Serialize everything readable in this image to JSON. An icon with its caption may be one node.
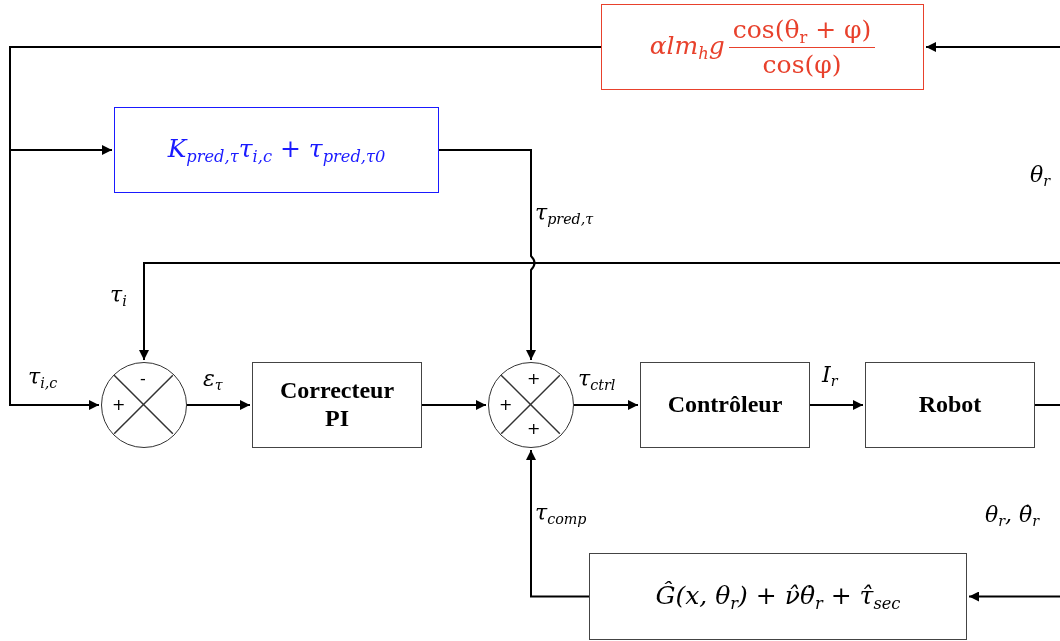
{
  "diagram": {
    "nodes": [
      {
        "text": [
          "αlm$_{h}$g",
          "cos(θ$_{r}$ + φ)",
          "cos(φ)"
        ]
      },
      {
        "text": [
          "K$_{pred,τ}$τ$_{i,c}$ + τ$_{pred,τ0}$"
        ]
      },
      {
        "text": [
          "-",
          "+"
        ]
      },
      {
        "text": [
          "Correcteur PI"
        ]
      },
      {
        "text": [
          "+",
          "+",
          "+"
        ]
      },
      {
        "text": [
          "Contrôleur"
        ]
      },
      {
        "text": [
          "Robot"
        ]
      },
      {
        "text": [
          "Ĝ(x, θ$_{r}$) + ν̂θ̇$_{r}$ + τ̂$_{sec}$"
        ]
      }
    ],
    "edges": [
      {
        "from": null,
        "to": 0,
        "arrow": "to"
      },
      {
        "from": 0,
        "to": 2,
        "arrow": "to",
        "label": "τ$_{i,c}$"
      },
      {
        "from": 0,
        "to": 1,
        "arrow": "to"
      },
      {
        "from": 1,
        "to": 4,
        "arrow": "to",
        "label": "τ$_{pred,τ}$"
      },
      {
        "from": null,
        "to": 2,
        "arrow": "to",
        "label": "τ$_{i}$"
      },
      {
        "from": 2,
        "to": 3,
        "arrow": "to",
        "label": "ε$_{τ}$"
      },
      {
        "from": 3,
        "to": 4,
        "arrow": "to"
      },
      {
        "from": 4,
        "to": 5,
        "arrow": "to",
        "label": "τ$_{ctrl}$"
      },
      {
        "from": 5,
        "to": 6,
        "arrow": "to",
        "label": "I$_{r}$"
      },
      {
        "from": 6,
        "to": null,
        "arrow": "none"
      },
      {
        "from": null,
        "to": 7,
        "arrow": "to",
        "label": "θ$_{r}$, θ̇$_{r}$"
      },
      {
        "from": 7,
        "to": 4,
        "arrow": "to",
        "label": "τ$_{comp}$"
      }
    ],
    "labels": [
      "θ$_{r}$"
    ]
  }
}
